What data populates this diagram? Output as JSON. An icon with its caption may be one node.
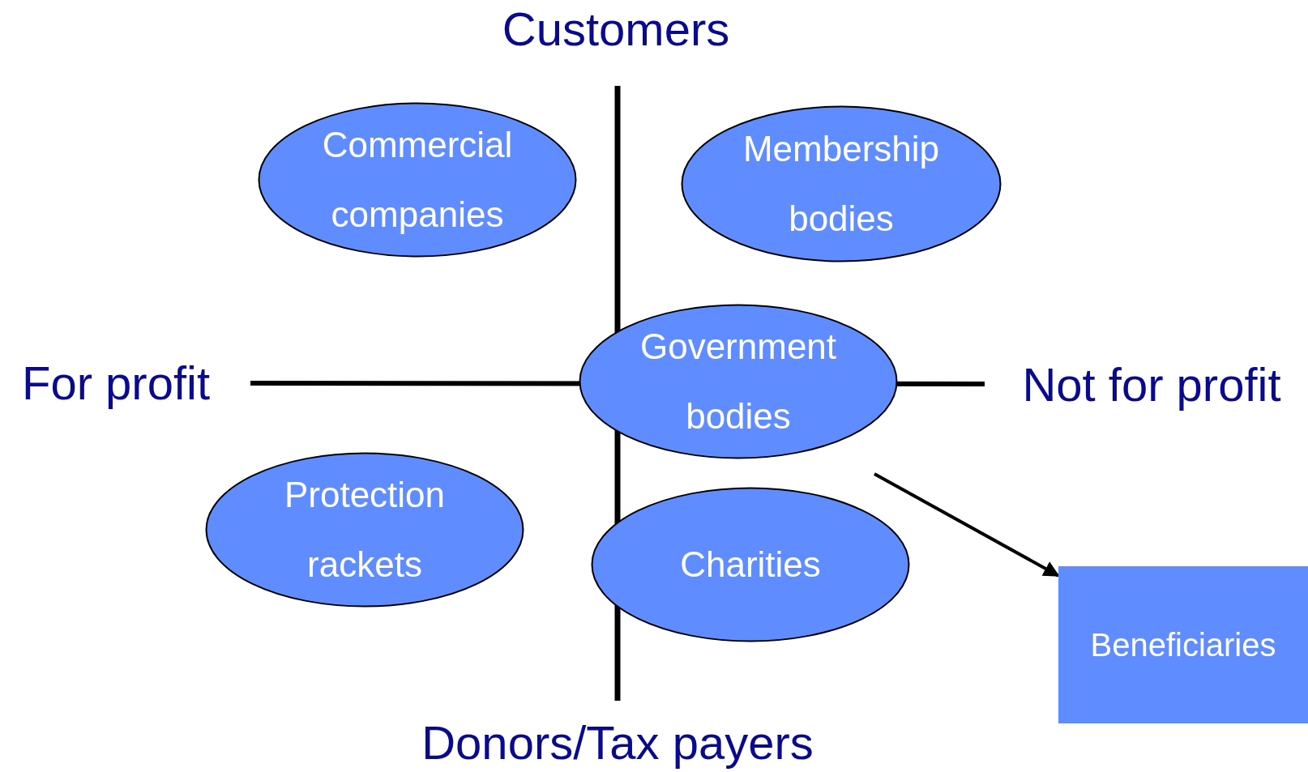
{
  "diagram": {
    "nodes": [
      {
        "text": [
          "Commercial companies"
        ]
      },
      {
        "text": [
          "Membership bodies"
        ]
      },
      {
        "text": [
          "Government bodies"
        ]
      },
      {
        "text": [
          "Protection rackets"
        ]
      },
      {
        "text": [
          "Charities"
        ]
      },
      {
        "text": [
          "Beneficiaries"
        ]
      }
    ],
    "edges": [
      {
        "from": null,
        "to": 5,
        "arrow": "to"
      }
    ],
    "labels": [
      "Customers",
      "For profit",
      "Not for profit",
      "Donors/Tax payers"
    ]
  }
}
